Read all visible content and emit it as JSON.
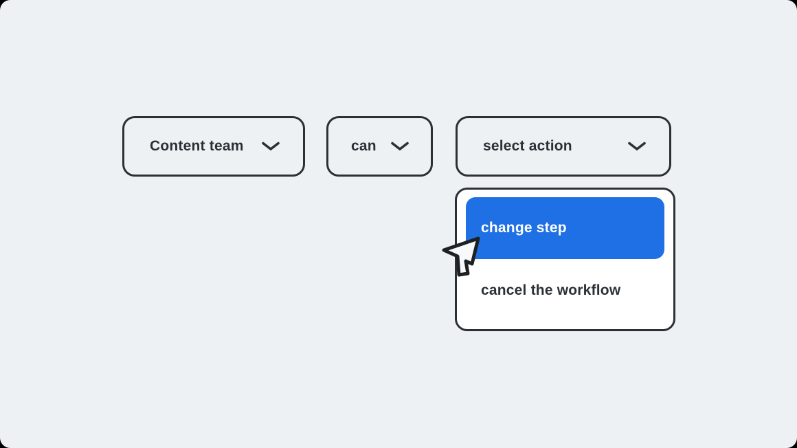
{
  "colors": {
    "outer_background": "#000000",
    "canvas_background": "#eef1f4",
    "dark": "#2c3036",
    "accent_blue": "#1f70e4",
    "menu_background": "#ffffff",
    "selected_text": "#ffffff"
  },
  "dropdowns": [
    {
      "label": "Content team",
      "icon": "chevron-down-icon",
      "state": "closed"
    },
    {
      "label": "can",
      "icon": "chevron-down-icon",
      "state": "closed"
    },
    {
      "label": "select action",
      "icon": "chevron-down-icon",
      "state": "open"
    }
  ],
  "action_menu": {
    "items": [
      {
        "label": "change step",
        "selected": true
      },
      {
        "label": "cancel the workflow",
        "selected": false
      }
    ]
  },
  "icons": {
    "dropdown_indicator": "chevron-down-icon",
    "pointer": "arrow-pointer-cursor-icon"
  }
}
